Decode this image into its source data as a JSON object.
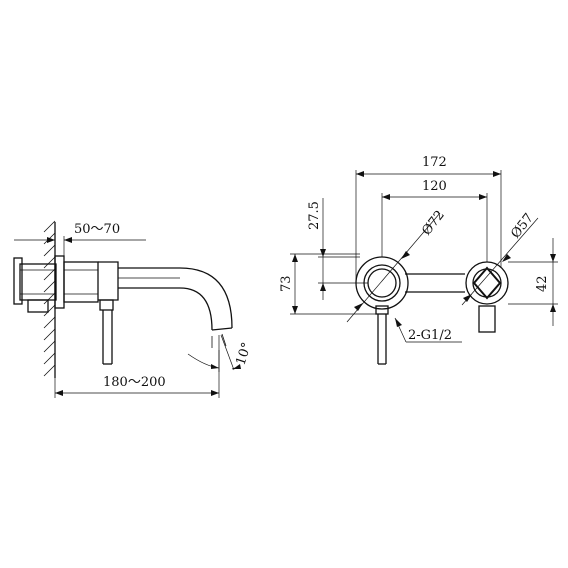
{
  "side_view": {
    "dim_wall_depth": "50～70",
    "dim_spout_reach": "180～200",
    "dim_angle": "10°"
  },
  "front_view": {
    "dim_overall_width": "172",
    "dim_center_distance": "120",
    "dim_offset": "27.5",
    "dim_height": "73",
    "dim_right_height": "42",
    "dim_diameter_large": "Ø72",
    "dim_diameter_small": "Ø57",
    "connection_label": "2-G1/2"
  }
}
